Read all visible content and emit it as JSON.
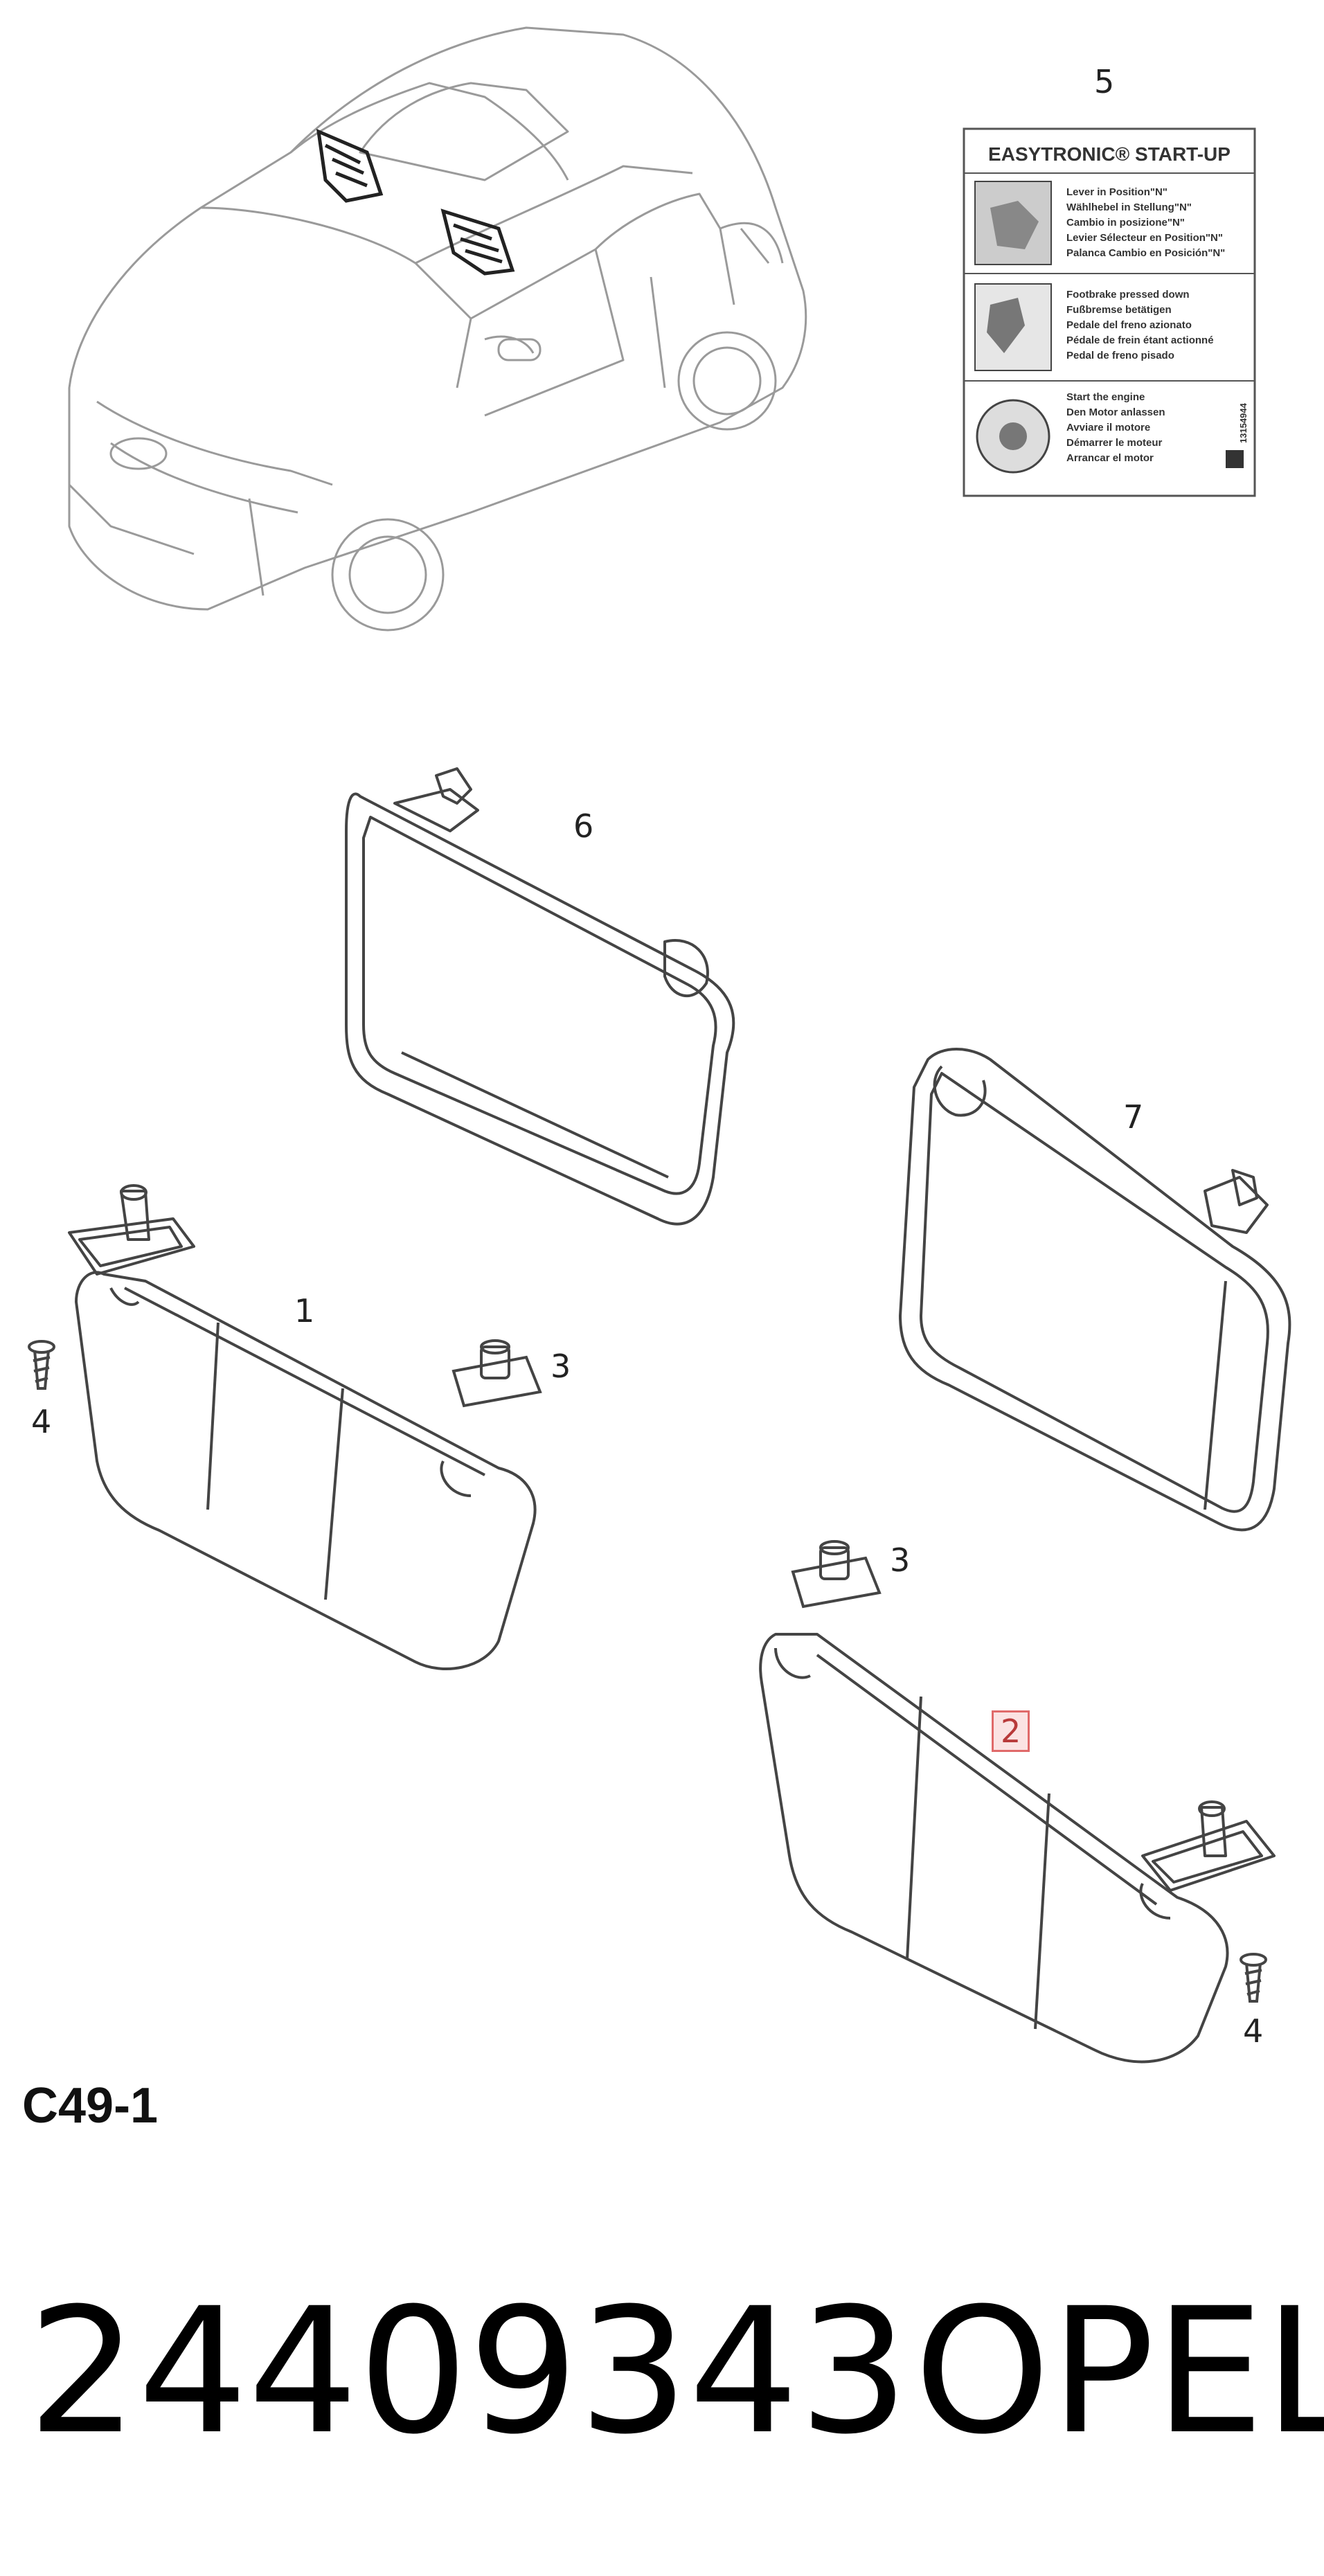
{
  "diagram_code": "C49-1",
  "part_number": "24409343",
  "brand": "OPEL",
  "callouts": [
    {
      "id": "5",
      "label": "5",
      "highlighted": false
    },
    {
      "id": "6",
      "label": "6",
      "highlighted": false
    },
    {
      "id": "7",
      "label": "7",
      "highlighted": false
    },
    {
      "id": "1",
      "label": "1",
      "highlighted": false
    },
    {
      "id": "3a",
      "label": "3",
      "highlighted": false
    },
    {
      "id": "4a",
      "label": "4",
      "highlighted": false
    },
    {
      "id": "3b",
      "label": "3",
      "highlighted": false
    },
    {
      "id": "2",
      "label": "2",
      "highlighted": true
    },
    {
      "id": "4b",
      "label": "4",
      "highlighted": false
    }
  ],
  "label_card": {
    "title": "EASYTRONIC® START-UP",
    "section1": [
      "Lever in Position\"N\"",
      "Wählhebel in Stellung\"N\"",
      "Cambio in posizione\"N\"",
      "Levier Sélecteur en Position\"N\"",
      "Palanca Cambio en Posición\"N\""
    ],
    "section2": [
      "Footbrake pressed down",
      "Fußbremse betätigen",
      "Pedale del freno azionato",
      "Pédale de frein étant actionné",
      "Pedal de freno pisado"
    ],
    "section3": [
      "Start the engine",
      "Den Motor anlassen",
      "Avviare il motore",
      "Démarrer le moteur",
      "Arrancar el motor"
    ],
    "code": "13154944"
  },
  "colors": {
    "highlight_border": "#e06a6a",
    "highlight_fill": "#fbe3e3",
    "line": "#555555",
    "car_line": "#9a9a9a"
  }
}
